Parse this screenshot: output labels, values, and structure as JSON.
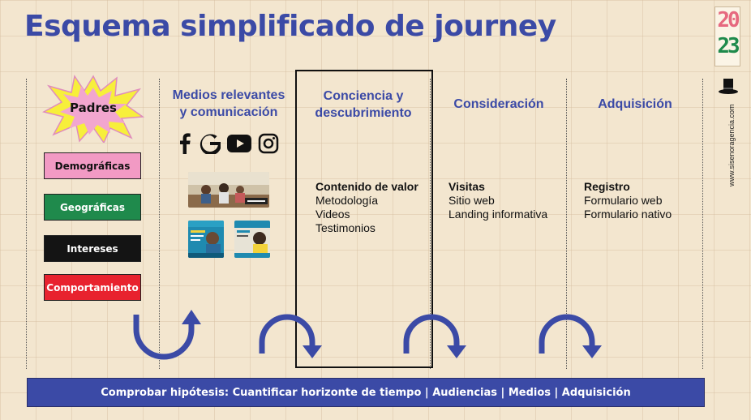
{
  "title": "Esquema simplificado de journey",
  "logo": {
    "year_top": "20",
    "year_bottom": "23"
  },
  "brand_url": "www.sisenoragencia.com",
  "star_label": "Padres",
  "segments": [
    {
      "label": "Demográficas",
      "color": "#f29ac4",
      "text_color": "#111111"
    },
    {
      "label": "Geográficas",
      "color": "#1f8a4c",
      "text_color": "#ffffff"
    },
    {
      "label": "Intereses",
      "color": "#141414",
      "text_color": "#ffffff"
    },
    {
      "label": "Comportamiento",
      "color": "#e8222e",
      "text_color": "#ffffff"
    }
  ],
  "columns": {
    "medios": {
      "title": "Medios relevantes y comunicación"
    },
    "conciencia": {
      "title": "Conciencia y descubrimiento",
      "heading": "Contenido de valor",
      "items": [
        "Metodología",
        "Videos",
        "Testimonios"
      ]
    },
    "consideracion": {
      "title": "Consideración",
      "heading": "Visitas",
      "items": [
        "Sitio web",
        "Landing informativa"
      ]
    },
    "adquisicion": {
      "title": "Adquisición",
      "heading": "Registro",
      "items": [
        "Formulario web",
        "Formulario nativo"
      ]
    }
  },
  "social_icons": [
    "facebook-icon",
    "google-icon",
    "youtube-icon",
    "instagram-icon"
  ],
  "bottom_bar": "Comprobar hipótesis: Cuantificar horizonte de tiempo | Audiencias | Medios | Adquisición",
  "colors": {
    "accent": "#3b4aa6",
    "background": "#f3e6cf",
    "star": "#f7ef3b",
    "star_inner": "#f2a6cf"
  }
}
